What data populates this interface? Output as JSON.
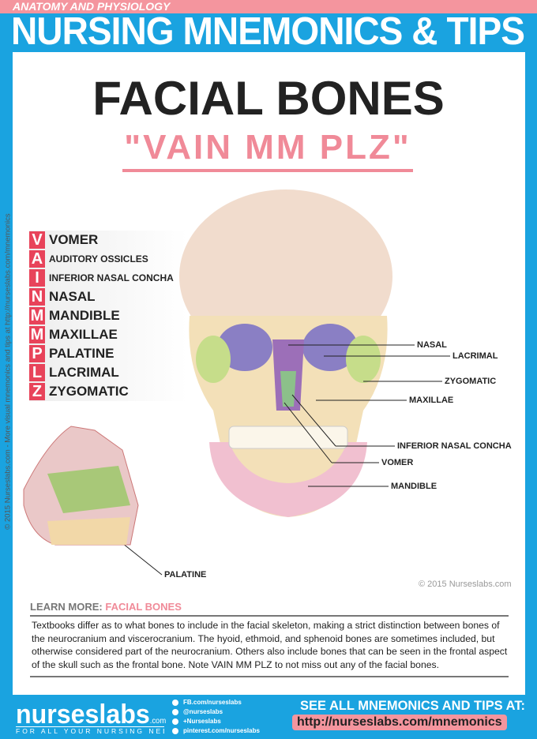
{
  "header": {
    "category": "ANATOMY AND PHYSIOLOGY",
    "title": "NURSING MNEMONICS & TIPS"
  },
  "main": {
    "title": "FACIAL BONES",
    "mnemonic": "\"VAIN MM PLZ\"",
    "side_credit": "© 2015 Nurseslabs.com - More visual mnemonics and tips at http://nurseslabs.com/mnemonics",
    "items": [
      {
        "letter": "V",
        "word": "VOMER"
      },
      {
        "letter": "A",
        "word": "AUDITORY OSSICLES"
      },
      {
        "letter": "I",
        "word": "INFERIOR NASAL CONCHA"
      },
      {
        "letter": "N",
        "word": "NASAL"
      },
      {
        "letter": "M",
        "word": "MANDIBLE"
      },
      {
        "letter": "M",
        "word": "MAXILLAE"
      },
      {
        "letter": "P",
        "word": "PALATINE"
      },
      {
        "letter": "L",
        "word": "LACRIMAL"
      },
      {
        "letter": "Z",
        "word": "ZYGOMATIC"
      }
    ],
    "labels": {
      "nasal": "NASAL",
      "lacrimal": "LACRIMAL",
      "zygomatic": "ZYGOMATIC",
      "maxillae": "MAXILLAE",
      "concha": "INFERIOR NASAL CONCHA",
      "vomer": "VOMER",
      "mandible": "MANDIBLE",
      "palatine": "PALATINE"
    },
    "copyright": "© 2015 Nurseslabs.com"
  },
  "learn": {
    "prefix": "LEARN MORE:",
    "topic": "FACIAL BONES",
    "text": "Textbooks differ as to what bones to include in the facial skeleton, making a strict distinction between bones of the neurocranium and viscerocranium. The hyoid, ethmoid, and sphenoid bones are sometimes included, but otherwise considered part of the neurocranium. Others also include bones that can be seen in the frontal aspect of the skull such as the frontal bone. Note VAIN MM PLZ to not miss out any of the facial bones."
  },
  "footer": {
    "logo": "nurseslabs",
    "logo_suffix": ".com",
    "tagline": "FOR ALL YOUR NURSING NEEDS",
    "social": [
      "FB.com/nurseslabs",
      "@nurseslabs",
      "+Nurseslabs",
      "pinterest.com/nurseslabs"
    ],
    "cta": "SEE ALL MNEMONICS AND TIPS AT:",
    "url": "http://nurseslabs.com/mnemonics"
  },
  "colors": {
    "blue": "#1aa3e0",
    "pink": "#f4959e",
    "red": "#e8435a"
  }
}
